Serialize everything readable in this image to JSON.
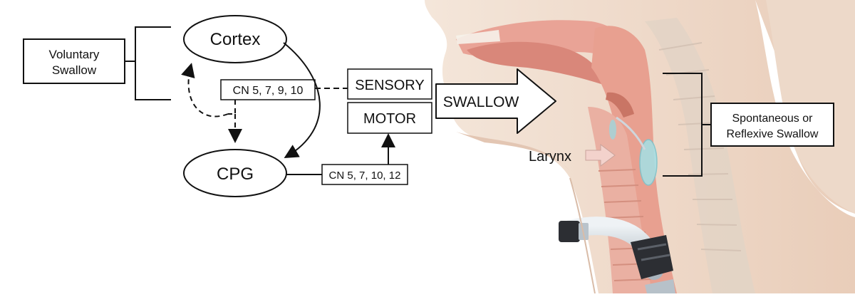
{
  "diagram": {
    "nodes": {
      "cortex": "Cortex",
      "cpg": "CPG",
      "voluntary_line1": "Voluntary",
      "voluntary_line2": "Swallow",
      "cn_sensory": "CN 5, 7, 9, 10",
      "cn_motor": "CN 5, 7, 10, 12",
      "sensory": "SENSORY",
      "motor": "MOTOR",
      "swallow": "SWALLOW",
      "spontaneous_line1": "Spontaneous or",
      "spontaneous_line2": "Reflexive Swallow",
      "larynx": "Larynx"
    },
    "edges": [
      {
        "from": "cortex",
        "to": "cpg",
        "style": "solid"
      },
      {
        "from": "cn_sensory",
        "to": "cortex",
        "style": "dashed"
      },
      {
        "from": "cn_sensory",
        "to": "cpg",
        "style": "dashed"
      },
      {
        "from": "cn_sensory",
        "to": "sensory",
        "style": "dashed"
      },
      {
        "from": "cpg",
        "to": "cn_motor",
        "style": "solid"
      },
      {
        "from": "cn_motor",
        "to": "motor",
        "style": "solid"
      }
    ]
  },
  "colors": {
    "skin": "#efdccd",
    "skin_shadow": "#d9b9a4",
    "airway": "#e59a8c",
    "trachea": "#e8a594",
    "spine": "#e6d8cc",
    "cuff": "#9fd6dc",
    "tube": "#c9d3da",
    "tube_dark": "#2c2e33"
  },
  "icons": [
    "swallow-arrow-icon",
    "larynx-arrow-icon"
  ]
}
